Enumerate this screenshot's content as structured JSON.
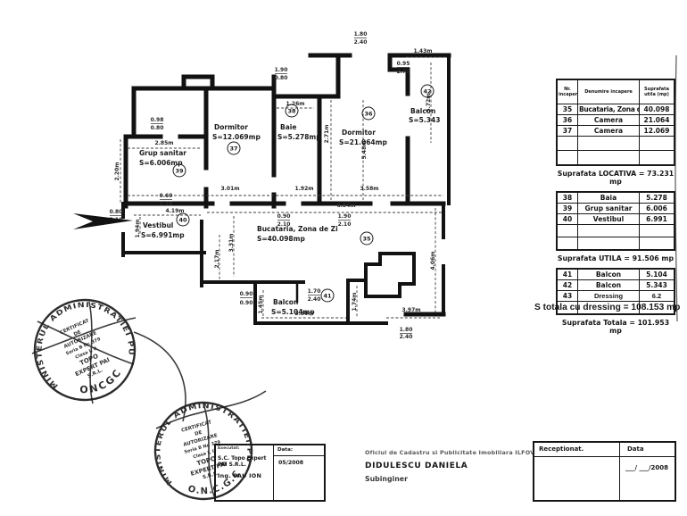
{
  "plan": {
    "rooms": {
      "bucatarie": {
        "name": "Bucataria, Zona de Zi",
        "area": "S=40.098mp",
        "num": "35"
      },
      "dormitor_mare": {
        "name": "Dormitor",
        "area": "S=21.064mp",
        "num": "36"
      },
      "dormitor_mic": {
        "name": "Dormitor",
        "area": "S=12.069mp",
        "num": "37"
      },
      "baie": {
        "name": "Baie",
        "area": "S=5.278mp",
        "num": "38"
      },
      "grup_sanitar": {
        "name": "Grup sanitar",
        "area": "S=6.006mp",
        "num": "39"
      },
      "vestibul": {
        "name": "Vestibul",
        "area": "S=6.991mp",
        "num": "40"
      },
      "balcon_jos": {
        "name": "Balcon",
        "area": "S=5.104mp",
        "num": "41"
      },
      "balcon_sus": {
        "name": "Balcon",
        "area": "S=5.343",
        "num": "42"
      }
    },
    "dims": {
      "d1": "1.80",
      "d2": "2.40",
      "d3": "1.43m",
      "d4": "0.95",
      "d5": "2.70",
      "d6": "5.72m",
      "d7": "0.98",
      "d8": "0.80",
      "d9": "1.90",
      "d10": "0.80",
      "d11": "2.85m",
      "d12": "2.20m",
      "d13": "1.26m",
      "d14": "2.71m",
      "d15": "5.48m",
      "d16": "3.01m",
      "d17": "1.92m",
      "d18": "3.58m",
      "d19": "0.90",
      "d20": "2.10",
      "d21": "1.90",
      "d22": "2.10",
      "d23": "6.84m",
      "d24": "0.60",
      "d25": "2.10",
      "d26": "0.80",
      "d27": "2.10",
      "d28": "4.19m",
      "d29": "1.94m",
      "d30": "2.17m",
      "d31": "3.31m",
      "d32": "4.06m",
      "d33": "0.90",
      "d34": "0.90",
      "d35": "1.70",
      "d36": "2.40",
      "d37": "1.45m",
      "d38": "1.74m",
      "d39": "3.50m",
      "d40": "3.97m",
      "d41": "1.80",
      "d42": "2.40"
    }
  },
  "table": {
    "h": [
      "Nr. incapere",
      "Denumire incapere",
      "Suprafata utila (mp)"
    ],
    "g1": [
      {
        "nr": "35",
        "den": "Bucataria, Zona de zi",
        "mp": "40.098"
      },
      {
        "nr": "36",
        "den": "Camera",
        "mp": "21.064"
      },
      {
        "nr": "37",
        "den": "Camera",
        "mp": "12.069"
      }
    ],
    "t1": "Suprafata LOCATIVA = 73.231 mp",
    "g2": [
      {
        "nr": "38",
        "den": "Baia",
        "mp": "5.278"
      },
      {
        "nr": "39",
        "den": "Grup sanitar",
        "mp": "6.006"
      },
      {
        "nr": "40",
        "den": "Vestibul",
        "mp": "6.991"
      }
    ],
    "t2": "Suprafata UTILA = 91.506 mp",
    "g3": [
      {
        "nr": "41",
        "den": "Balcon",
        "mp": "5.104"
      },
      {
        "nr": "42",
        "den": "Balcon",
        "mp": "5.343"
      },
      {
        "nr": "43",
        "den": "Dressing",
        "mp": "6.2"
      }
    ],
    "t3": "Suprafata Totala = 101.953 mp",
    "note": "S totala cu dressing = 108.153 mp"
  },
  "stamp": {
    "ring": "MINISTERUL ADMINISTRATIEI PUBLICE",
    "bottom1": "ONCGC",
    "bottom2": "O.N.C.G.C.",
    "c1": "CERTIFICAT",
    "c2": "DE",
    "c3": "AUTORIZARE",
    "c4": "Seria B Nr. 379",
    "c5": "Clasa I, II",
    "c6": "TOPO",
    "c7": "EXPERT PAI",
    "c8": "S.R.L."
  },
  "footer": {
    "executat_label": "Executat:",
    "company": "S.C. Topo Expert PAI S.R.L.",
    "engineer": "Ing. PAU ION",
    "data_label": "Data:",
    "data_value": "05/2008",
    "office": "Oficiul de Cadastru si Publicitate Imobiliara ILFOV",
    "person": "DIDULESCU DANIELA",
    "person_title": "Subinginer",
    "receptionat_label": "Receptionat.",
    "receptie_data_label": "Data",
    "receptie_date": "___/ ___/2008"
  }
}
